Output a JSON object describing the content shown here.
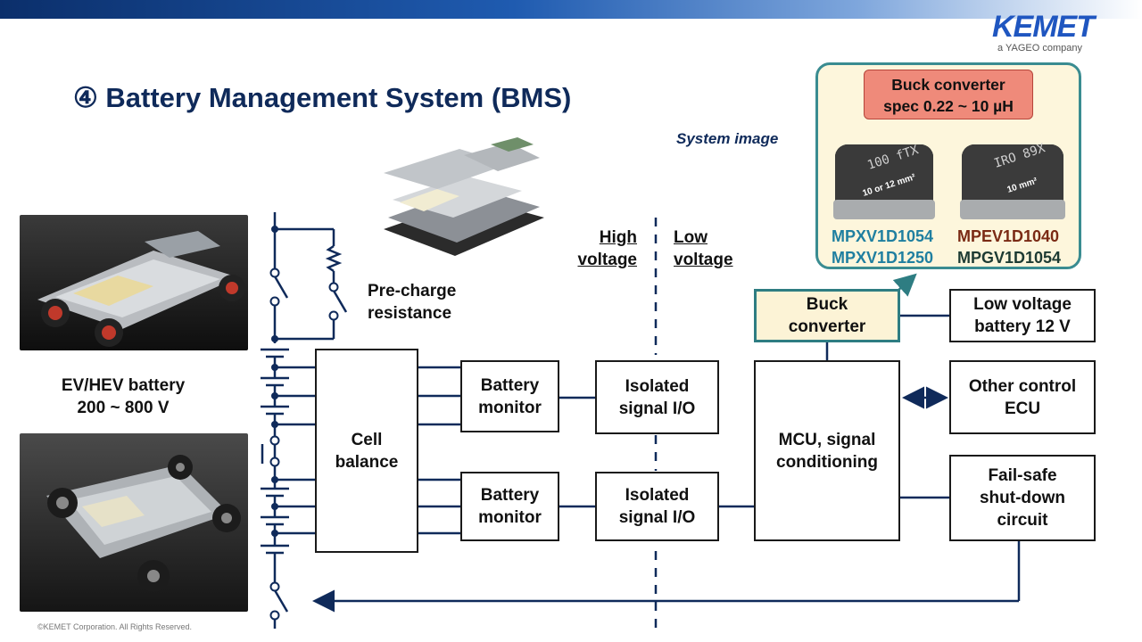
{
  "header": {
    "title": "④ Battery Management System (BMS)",
    "logo": "KEMET",
    "logo_sub": "a YAGEO company"
  },
  "system_image_label": "System image",
  "callout": {
    "spec_line1": "Buck converter",
    "spec_line2": "spec 0.22 ~ 10 µH",
    "left_component_marking": "100 fTX",
    "left_component_area": "10 or 12 mm²",
    "right_component_marking": "IRO 89X",
    "right_component_area": "10 mm²",
    "parts": {
      "left_1": "MPXV1D1054",
      "left_2": "MPXV1D1250",
      "right_1": "MPEV1D1040",
      "right_2": "MPGV1D1054"
    }
  },
  "labels": {
    "ev_line1": "EV/HEV battery",
    "ev_line2": "200 ~ 800 V",
    "precharge_line1": "Pre-charge",
    "precharge_line2": "resistance",
    "high_line1": "High",
    "high_line2": "voltage",
    "low_line1": "Low",
    "low_line2": "voltage"
  },
  "blocks": {
    "cell_balance": [
      "Cell",
      "balance"
    ],
    "battery_monitor_1": [
      "Battery",
      "monitor"
    ],
    "battery_monitor_2": [
      "Battery",
      "monitor"
    ],
    "isolated_io_1": [
      "Isolated",
      "signal I/O"
    ],
    "isolated_io_2": [
      "Isolated",
      "signal I/O"
    ],
    "mcu": [
      "MCU, signal",
      "conditioning"
    ],
    "buck_converter": [
      "Buck",
      "converter"
    ],
    "low_voltage_battery": [
      "Low voltage",
      "battery 12 V"
    ],
    "other_ecu": [
      "Other control",
      "ECU"
    ],
    "fail_safe": [
      "Fail-safe",
      "shut-down",
      "circuit"
    ]
  },
  "footer": {
    "copyright": "©KEMET Corporation. All Rights Reserved."
  },
  "colors": {
    "navy": "#0f2a5a",
    "callout_border": "#3a8c91",
    "spec_fill": "#ef8a7a",
    "buck_fill": "#fcf3d6"
  }
}
